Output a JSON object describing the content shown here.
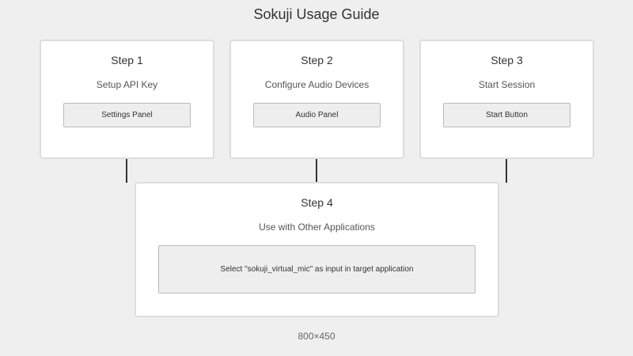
{
  "title": "Sokuji Usage Guide",
  "steps": [
    {
      "title": "Step 1",
      "description": "Setup API Key",
      "box": "Settings Panel"
    },
    {
      "title": "Step 2",
      "description": "Configure Audio Devices",
      "box": "Audio Panel"
    },
    {
      "title": "Step 3",
      "description": "Start Session",
      "box": "Start Button"
    },
    {
      "title": "Step 4",
      "description": "Use with Other Applications",
      "box": "Select \"sokuji_virtual_mic\" as input in target application"
    }
  ],
  "footer": "800×450",
  "colors": {
    "background": "#efefef",
    "card": "#ffffff",
    "card_border": "#dddddd",
    "box": "#eeeeee",
    "box_border": "#bbbbbb",
    "connector": "#333333"
  }
}
